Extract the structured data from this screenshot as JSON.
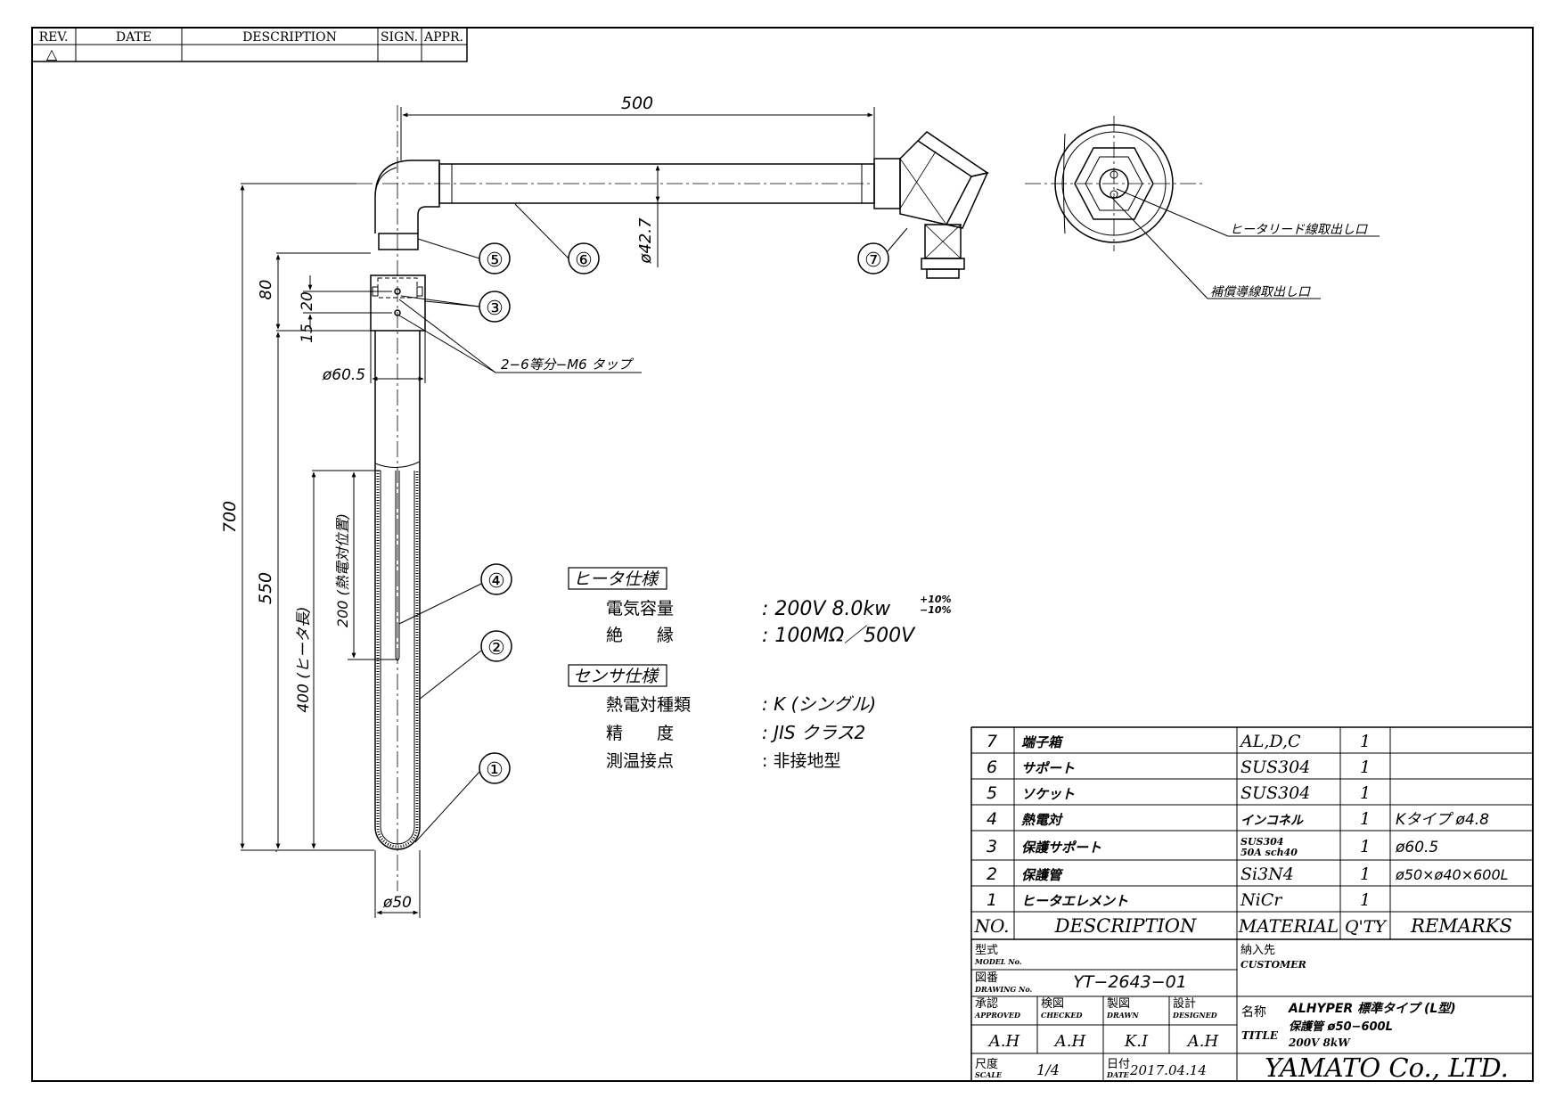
{
  "revision_block": {
    "headers": [
      "REV.",
      "DATE",
      "DESCRIPTION",
      "SIGN.",
      "APPR."
    ],
    "rev_symbol": "△"
  },
  "dimensions": {
    "top_length": "500",
    "tube_diameter": "ø42.7",
    "overall_height": "700",
    "support_height": "80",
    "tap_pitch_a": "20",
    "tap_pitch_b": "15",
    "support_diameter": "ø60.5",
    "element_length": "550",
    "heater_length": "400 (ヒータ長)",
    "tc_position": "200 (熱電対位置)",
    "tube_outer_diameter": "ø50"
  },
  "callouts": [
    "①",
    "②",
    "③",
    "④",
    "⑤",
    "⑥",
    "⑦"
  ],
  "notes": {
    "tap_note": "2−6等分−M6 タップ",
    "heater_lead_outlet": "ヒータリード線取出し口",
    "comp_lead_outlet": "補償導線取出し口"
  },
  "heater_spec": {
    "title": "ヒータ仕様",
    "capacity_label": "電気容量",
    "capacity_value": ": 200V 8.0kw",
    "tol_plus": "+10%",
    "tol_minus": "−10%",
    "insulation_label": "絶　　縁",
    "insulation_value": ": 100MΩ／500V"
  },
  "sensor_spec": {
    "title": "センサ仕様",
    "type_label": "熱電対種類",
    "type_value": ": K (シングル)",
    "accuracy_label": "精　　度",
    "accuracy_value": ": JIS  クラス2",
    "junction_label": "測温接点",
    "junction_value": ": 非接地型"
  },
  "parts_list": {
    "rows": [
      {
        "no": "7",
        "description": "端子箱",
        "material": "AL,D,C",
        "qty": "1",
        "remarks": ""
      },
      {
        "no": "6",
        "description": "サポート",
        "material": "SUS304",
        "qty": "1",
        "remarks": ""
      },
      {
        "no": "5",
        "description": "ソケット",
        "material": "SUS304",
        "qty": "1",
        "remarks": ""
      },
      {
        "no": "4",
        "description": "熱電対",
        "material": "インコネル",
        "qty": "1",
        "remarks": "Kタイプ ø4.8"
      },
      {
        "no": "3",
        "description": "保護サポート",
        "material": "SUS304",
        "material2": "50A sch40",
        "qty": "1",
        "remarks": "ø60.5"
      },
      {
        "no": "2",
        "description": "保護管",
        "material": "Si3N4",
        "qty": "1",
        "remarks": "ø50×ø40×600L"
      },
      {
        "no": "1",
        "description": "ヒータエレメント",
        "material": "NiCr",
        "qty": "1",
        "remarks": ""
      }
    ],
    "headers": {
      "no": "NO.",
      "description": "DESCRIPTION",
      "material": "MATERIAL",
      "qty": "Q'TY",
      "remarks": "REMARKS"
    }
  },
  "title_block": {
    "model_jp": "型式",
    "model_en": "MODEL No.",
    "customer_jp": "納入先",
    "customer_en": "CUSTOMER",
    "drawing_jp": "図番",
    "drawing_en": "DRAWING No.",
    "drawing_no": "YT−2643−01",
    "approved_jp": "承認",
    "approved_en": "APPROVED",
    "approved": "A.H",
    "checked_jp": "検図",
    "checked_en": "CHECKED",
    "checked": "A.H",
    "drawn_jp": "製図",
    "drawn_en": "DRAWN",
    "drawn": "K.I",
    "designed_jp": "設計",
    "designed_en": "DESIGNED",
    "designed": "A.H",
    "name_jp": "名称",
    "title_en": "TITLE",
    "title_line1": "ALHYPER 標準タイプ (L型)",
    "title_line2": "保護管 ø50−600L",
    "title_line3": "200V 8kW",
    "scale_jp": "尺度",
    "scale_en": "SCALE",
    "scale": "1/4",
    "date_jp": "日付",
    "date_en": "DATE",
    "date": "2017.04.14",
    "company": "YAMATO Co., LTD."
  }
}
